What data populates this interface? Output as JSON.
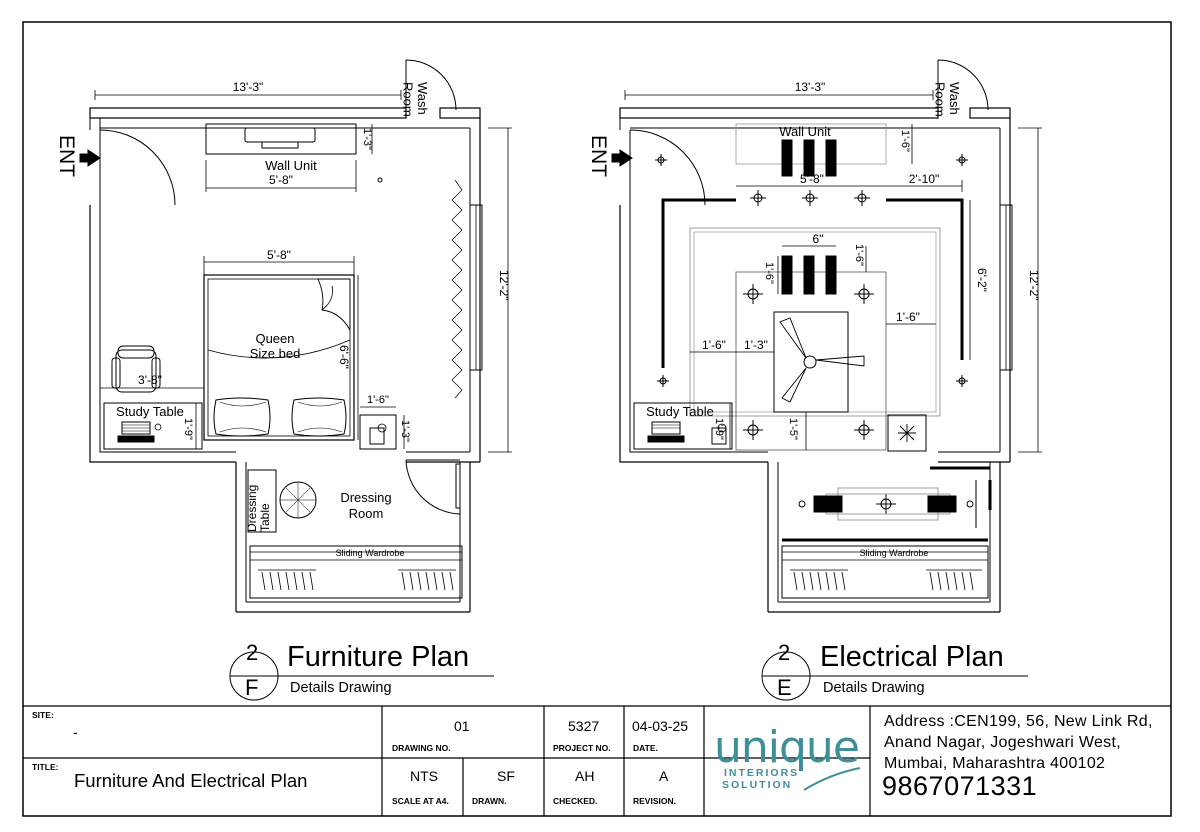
{
  "plans": {
    "furniture": {
      "dim_top": "13'-3\"",
      "wash_room": "Wash\nRoom",
      "ent": "ENT",
      "wall_unit": "Wall Unit",
      "dim_wall_unit_w": "5'-8\"",
      "dim_wall_unit_h": "1'-3\"",
      "dim_right": "12'-2\"",
      "dim_bed_w": "5'-8\"",
      "dim_bed_l": "6'-6\"",
      "bed_label_1": "Queen",
      "bed_label_2": "Size bed",
      "dim_chair": "3'-8\"",
      "study_table": "Study Table",
      "dim_study_h": "1'-9\"",
      "dim_side_w": "1'-6\"",
      "dim_side_h": "1'-3\"",
      "dressing_table": "Dressing\nTable",
      "dressing_room_1": "Dressing",
      "dressing_room_2": "Room",
      "sliding_wardrobe": "Sliding Wardrobe"
    },
    "electrical": {
      "dim_top": "13'-3\"",
      "wash_room": "Wash\nRoom",
      "ent": "ENT",
      "wall_unit": "Wall Unit",
      "dim_wall_unit_h": "1'-6\"",
      "dim_wall_unit_w": "5'-8\"",
      "dim_right_gap": "2'-10\"",
      "dim_right": "12'-2\"",
      "dim_inner_h": "6'-2\"",
      "dim_panel_w": "6\"",
      "dim_panel_h_l": "1'-6\"",
      "dim_panel_h_r": "1'-6\"",
      "dim_panel_right": "1'-6\"",
      "dim_left_1": "1'-6\"",
      "dim_left_2": "1'-3\"",
      "dim_bottom": "1'-5\"",
      "study_table": "Study Table",
      "dim_study_h": "1'-9\"",
      "sliding_wardrobe": "Sliding Wardrobe"
    }
  },
  "headings": {
    "furniture": {
      "num": "2",
      "letter": "F",
      "title": "Furniture Plan",
      "subtitle": "Details Drawing"
    },
    "electrical": {
      "num": "2",
      "letter": "E",
      "title": "Electrical Plan",
      "subtitle": "Details Drawing"
    }
  },
  "title_block": {
    "site_label": "SITE:",
    "site_value": "-",
    "title_label": "TITLE:",
    "title_value": "Furniture And Electrical Plan",
    "drawing_no_label": "DRAWING NO.",
    "drawing_no": "01",
    "project_no_label": "PROJECT NO.",
    "project_no": "5327",
    "date_label": "DATE.",
    "date": "04-03-25",
    "scale_label": "SCALE AT A4.",
    "scale": "NTS",
    "drawn_label": "DRAWN.",
    "drawn": "SF",
    "checked_label": "CHECKED.",
    "checked": "AH",
    "revision_label": "REVISION.",
    "revision": "A",
    "logo_main": "unique",
    "logo_sub_1": "INTERIORS",
    "logo_sub_2": "SOLUTION",
    "address_1": "Address :CEN199, 56, New Link Rd,",
    "address_2": "Anand Nagar, Jogeshwari West,",
    "address_3": "Mumbai, Maharashtra 400102",
    "phone": "9867071331"
  },
  "colors": {
    "line": "#000000",
    "light_line": "#888888",
    "logo": "#3f8f98"
  }
}
